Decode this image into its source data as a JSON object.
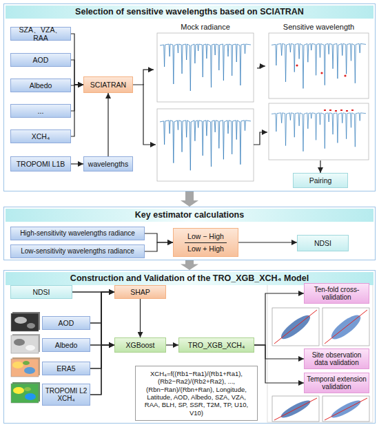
{
  "diagram": {
    "nodes": [
      {
        "text": [
          "Selection of sensitive wavelengths based on SCIATRAN"
        ]
      },
      {
        "text": [
          "SZA、VZA、RAA"
        ],
        "in": 0
      },
      {
        "text": [
          "AOD"
        ],
        "in": 0
      },
      {
        "text": [
          "Albedo"
        ],
        "in": 0
      },
      {
        "text": [
          "..."
        ],
        "in": 0
      },
      {
        "text": [
          "XCH₄"
        ],
        "in": 0
      },
      {
        "text": [
          "TROPOMI L1B"
        ],
        "in": 0
      },
      {
        "text": [
          "SCIATRAN"
        ],
        "in": 0
      },
      {
        "text": [
          "wavelengths"
        ],
        "in": 0
      },
      {
        "text": [
          "Mock radiance"
        ],
        "in": 0
      },
      {
        "text": [
          "Sensitive wavelength"
        ],
        "in": 0
      },
      {
        "text": [
          "Pairing"
        ],
        "in": 0
      },
      {
        "text": [
          "Key estimator calculations"
        ]
      },
      {
        "text": [
          "High-sensitivity wavelengths radiance"
        ],
        "in": 12
      },
      {
        "text": [
          "Low-sensitivity wavelengths radiance"
        ],
        "in": 12
      },
      {
        "text": [
          "Low − High",
          "Low + High"
        ],
        "in": 12
      },
      {
        "text": [
          "NDSI"
        ],
        "in": 12
      },
      {
        "text": [
          "Construction and Validation of the TRO_XGB_XCH₄ Model"
        ]
      },
      {
        "text": [
          "NDSI"
        ],
        "in": 17
      },
      {
        "text": [
          "AOD"
        ],
        "in": 17
      },
      {
        "text": [
          "Albedo"
        ],
        "in": 17
      },
      {
        "text": [
          "ERA5"
        ],
        "in": 17
      },
      {
        "text": [
          "TROPOMI L2 XCH₄"
        ],
        "in": 17
      },
      {
        "text": [
          "SHAP"
        ],
        "in": 17
      },
      {
        "text": [
          "XGBoost"
        ],
        "in": 17
      },
      {
        "text": [
          "TRO_XGB_XCH₄"
        ],
        "in": 17
      },
      {
        "text": [
          "XCH₄=f((Rb1−Ra1)/(Rb1+Ra1), (Rb2−Ra2)/(Rb2+Ra2), ..., (Rbn−Ran)/(Rbn+Ran), Longitude, Latitude, AOD, Albedo, SZA, VZA, RAA, BLH, SP, SSR, T2M, TP, U10, V10)"
        ],
        "in": 17
      },
      {
        "text": [
          "Ten-fold cross-validation"
        ],
        "in": 17
      },
      {
        "text": [
          "Site observation data validation"
        ],
        "in": 17
      },
      {
        "text": [
          "Temporal extension validation"
        ],
        "in": 17
      }
    ],
    "edges": [
      {
        "from": 0,
        "to": 12,
        "arrow": "to"
      },
      {
        "from": 12,
        "to": 17,
        "arrow": "to"
      },
      {
        "from": 1,
        "to": 7,
        "arrow": "to"
      },
      {
        "from": 2,
        "to": 7,
        "arrow": "to"
      },
      {
        "from": 3,
        "to": 7,
        "arrow": "to"
      },
      {
        "from": 4,
        "to": 7,
        "arrow": "to"
      },
      {
        "from": 5,
        "to": 7,
        "arrow": "to"
      },
      {
        "from": 6,
        "to": 8,
        "arrow": "to"
      },
      {
        "from": 8,
        "to": 7,
        "arrow": "to"
      },
      {
        "from": 7,
        "to": 9,
        "arrow": "to"
      },
      {
        "from": 9,
        "to": 10,
        "arrow": "to"
      },
      {
        "from": 10,
        "to": 11,
        "arrow": "to"
      },
      {
        "from": 13,
        "to": 15,
        "arrow": "to"
      },
      {
        "from": 14,
        "to": 15,
        "arrow": "to"
      },
      {
        "from": 15,
        "to": 16,
        "arrow": "to"
      },
      {
        "from": 18,
        "to": 23,
        "arrow": "to"
      },
      {
        "from": 19,
        "to": 23,
        "arrow": "to"
      },
      {
        "from": 20,
        "to": 23,
        "arrow": "to"
      },
      {
        "from": 21,
        "to": 23,
        "arrow": "to"
      },
      {
        "from": 22,
        "to": 23,
        "arrow": "to"
      },
      {
        "from": 18,
        "to": 24,
        "arrow": "to"
      },
      {
        "from": 19,
        "to": 24,
        "arrow": "to"
      },
      {
        "from": 20,
        "to": 24,
        "arrow": "to"
      },
      {
        "from": 21,
        "to": 24,
        "arrow": "to"
      },
      {
        "from": 22,
        "to": 24,
        "arrow": "to"
      },
      {
        "from": 23,
        "to": 24,
        "arrow": "to"
      },
      {
        "from": 24,
        "to": 25,
        "arrow": "to"
      },
      {
        "from": 25,
        "to": 27,
        "arrow": "to"
      },
      {
        "from": 25,
        "to": 28,
        "arrow": "to"
      },
      {
        "from": 25,
        "to": 29,
        "arrow": "to"
      }
    ]
  }
}
